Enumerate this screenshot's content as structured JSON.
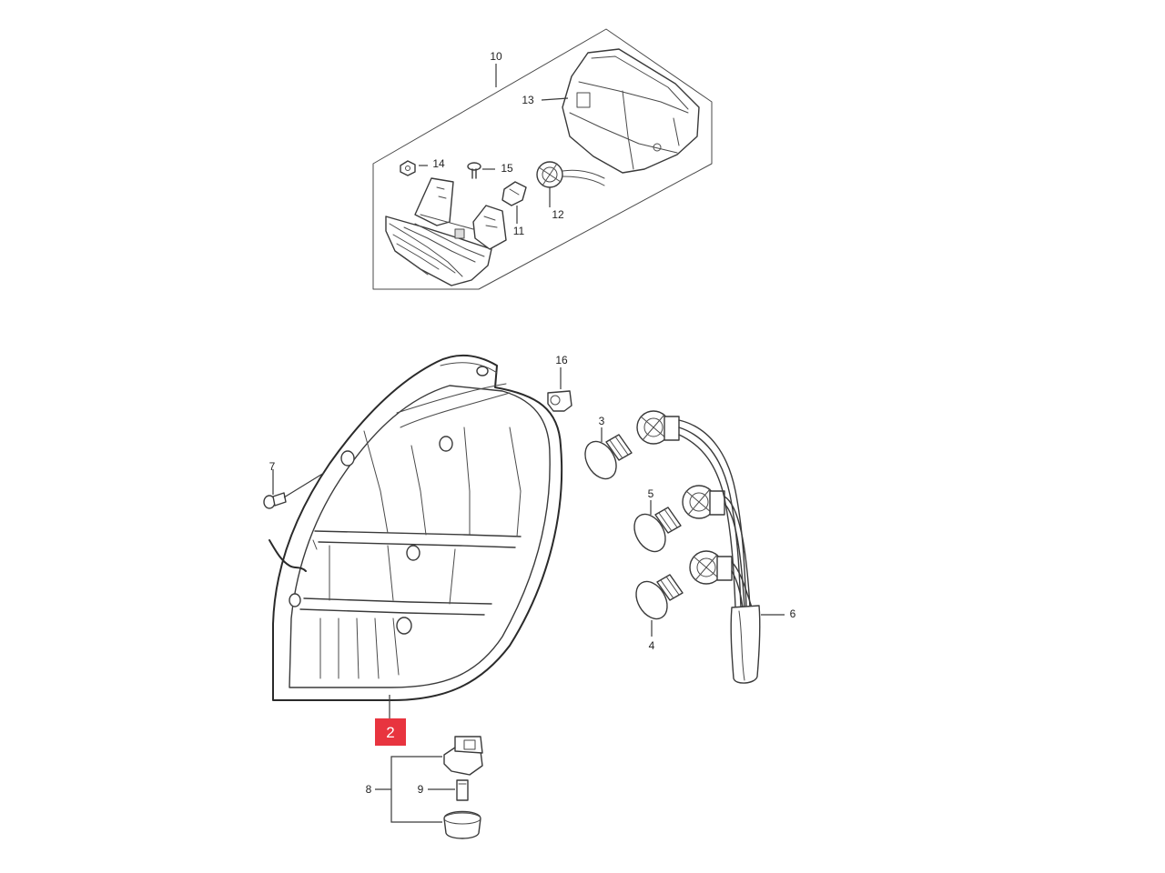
{
  "colors": {
    "line": "#3a3a3a",
    "highlight": "#e8343f",
    "background": "#ffffff"
  },
  "callouts": {
    "c2": "2",
    "c3": "3",
    "c4": "4",
    "c5": "5",
    "c6": "6",
    "c7": "7",
    "c8": "8",
    "c9": "9",
    "c10": "10",
    "c11": "11",
    "c12": "12",
    "c13": "13",
    "c14": "14",
    "c15": "15",
    "c16": "16"
  },
  "highlighted_part": "2"
}
